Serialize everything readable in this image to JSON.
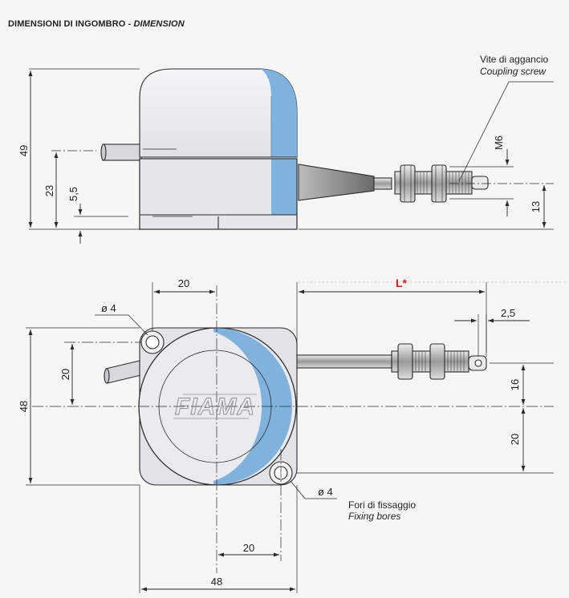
{
  "header": {
    "title_it": "DIMENSIONI DI INGOMBRO",
    "separator": " - ",
    "title_en": "DIMENSION"
  },
  "side_view": {
    "callout_it": "Vite di aggancio",
    "callout_en": "Coupling screw",
    "dim_height_total": "49",
    "dim_cable_height": "23",
    "dim_base_height": "5,5",
    "dim_thread": "M6",
    "dim_rod_height": "13"
  },
  "top_view": {
    "dim_length": "L*",
    "dim_hole_offset": "20",
    "dim_hole_diameter_top": "ø 4",
    "dim_rod_end": "2,5",
    "dim_vertical_20": "20",
    "dim_body_height": "48",
    "dim_rod_offset": "16",
    "dim_right_20": "20",
    "dim_hole_diameter_bottom": "ø 4",
    "fixing_it": "Fori di fissaggio",
    "fixing_en": "Fixing bores",
    "dim_bottom_20": "20",
    "dim_body_width": "48",
    "logo_text": "FIAMA"
  },
  "colors": {
    "blue": "#7fb3de",
    "body": "#e8eaed",
    "line": "#2a2a2a",
    "red": "#d51f1f",
    "background": "#f6f6f4"
  }
}
